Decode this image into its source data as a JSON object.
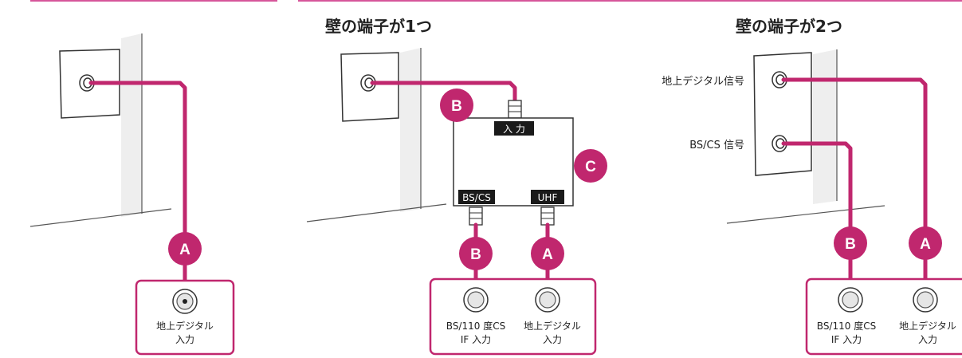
{
  "headings": {
    "one_terminal": "壁の端子が1つ",
    "two_terminals": "壁の端子が2つ"
  },
  "wall_labels": {
    "terrestrial_signal": "地上デジタル信号",
    "bscs_signal": "BS/CS 信号"
  },
  "splitter": {
    "input_tag": "入 力",
    "bscs_tag": "BS/CS",
    "uhf_tag": "UHF"
  },
  "badges": {
    "a": "A",
    "b": "B",
    "c": "C"
  },
  "panel1": {
    "terrestrial_line1": "地上デジタル",
    "terrestrial_line2": "入力"
  },
  "panel2": {
    "bscs_line1": "BS/110 度CS",
    "bscs_line2": "IF 入力",
    "terrestrial_line1": "地上デジタル",
    "terrestrial_line2": "入力"
  },
  "panel3": {
    "bscs_line1": "BS/110 度CS",
    "bscs_line2": "IF 入力",
    "terrestrial_line1": "地上デジタル",
    "terrestrial_line2": "入力"
  },
  "colors": {
    "accent": "#c0276e",
    "wall_shade": "#eeeeee"
  }
}
